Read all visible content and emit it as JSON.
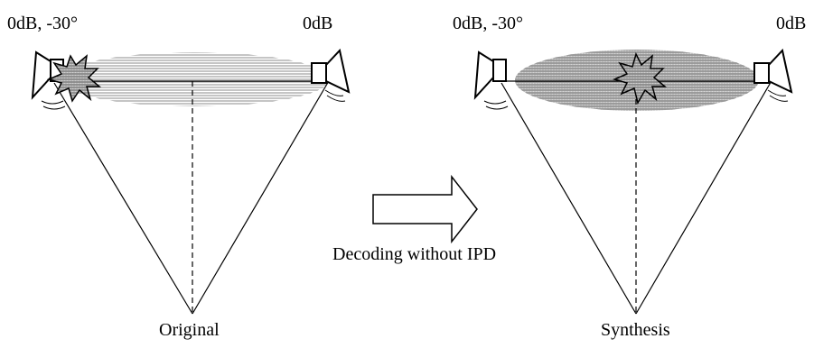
{
  "left_panel": {
    "left_speaker_label": "0dB, -30°",
    "right_speaker_label": "0dB",
    "caption": "Original"
  },
  "right_panel": {
    "left_speaker_label": "0dB, -30°",
    "right_speaker_label": "0dB",
    "caption": "Synthesis"
  },
  "arrow": {
    "caption": "Decoding without IPD"
  }
}
